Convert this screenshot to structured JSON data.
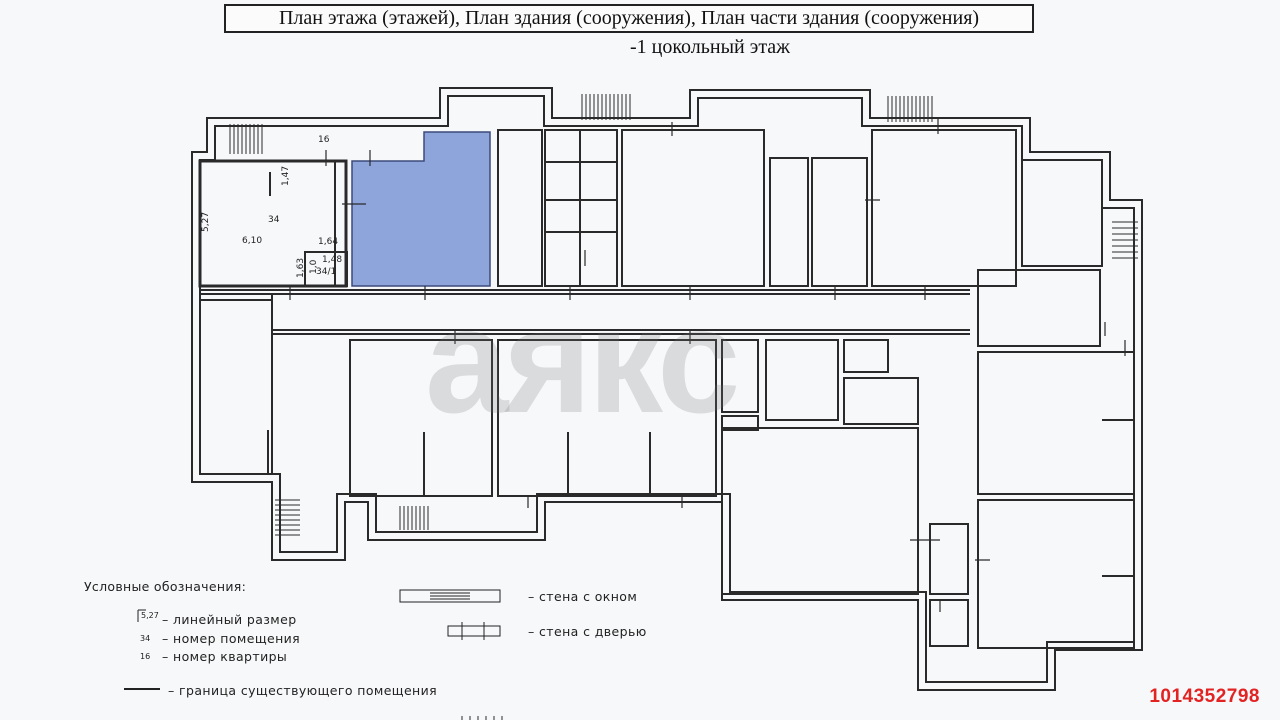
{
  "title": "План   этажа (этажей), План здания (сооружения), План части здания (сооружения)",
  "floor_label": "-1 цокольный этаж",
  "room_labels": {
    "dim_width": "5,27",
    "room_number": "34",
    "area_main": "6,10",
    "dim_top": "1,47",
    "dim_mid": "1,64",
    "sub_area": "1,48",
    "sub_dim_a": "1,63",
    "sub_dim_b": "1,0",
    "sub_room": "34/1",
    "apartment": "16"
  },
  "legend": {
    "title": "Условные обозначения:",
    "items": [
      {
        "symbol": "5,27",
        "label": "–  линейный размер"
      },
      {
        "symbol": "34",
        "label": "–  номер помещения"
      },
      {
        "symbol": "16",
        "label": "–  номер квартиры"
      },
      {
        "symbol": "",
        "label": "–  граница существующего помещения"
      }
    ],
    "window_wall": "–  стена с окном",
    "door_wall": "–  стена с дверью"
  },
  "watermark": "аякс",
  "listing_id": "1014352798",
  "colors": {
    "highlight": "#8ea5db",
    "listing_id": "#e32222",
    "wall": "#2a2a2a"
  }
}
